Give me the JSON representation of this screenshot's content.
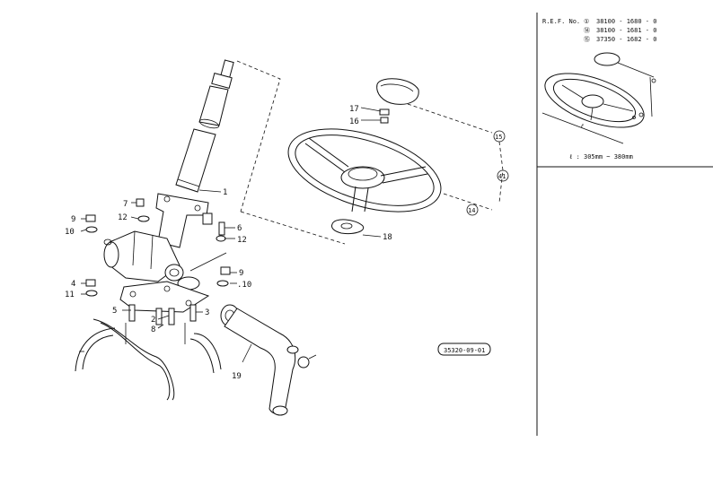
{
  "ref_block": {
    "heading": "R.E.F. No.",
    "rows": [
      {
        "mark": "①",
        "code": "38100 - 1680 - 0"
      },
      {
        "mark": "⑭",
        "code": "38100 - 1681 - 0"
      },
      {
        "mark": "⑮",
        "code": "37350 - 1682 - 0"
      }
    ]
  },
  "inset_dimension": "ℓ : 305mm ~ 380mm",
  "inset_dim_symbol": "ℓ",
  "drawing_number": "35320-09-01",
  "part_labels": {
    "p1": "1",
    "p2": "2",
    "p3": "3",
    "p4": "4",
    "p5": "5",
    "p6": "6",
    "p7": "7",
    "p8": "8",
    "p9a": "9",
    "p9b": "9",
    "p10a": "10",
    "p10b": ".10",
    "p11": "11",
    "p12a": "12",
    "p12b": "12",
    "p17": "17",
    "p16": "16",
    "p18": "18",
    "p19": "19",
    "p14": "14",
    "p15": "15",
    "p41": "41"
  }
}
